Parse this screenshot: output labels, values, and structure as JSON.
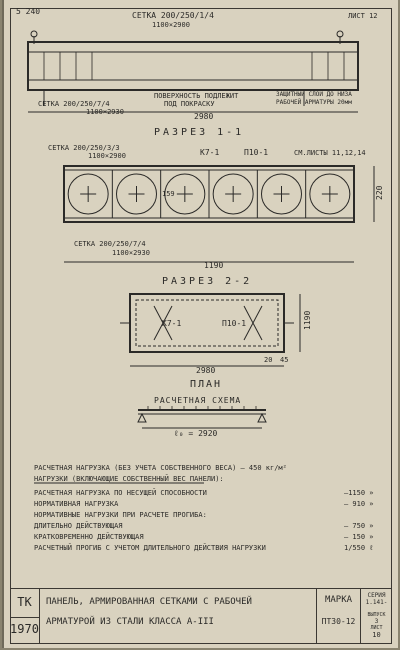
{
  "header": {
    "top_left": "5 240",
    "top_center": "СЕТКА 200/250/1/4",
    "top_center_sub": "1100×2900",
    "top_right": "ЛИСТ 12"
  },
  "elevation": {
    "left_label": "СЕТКА 200/250/7/4",
    "left_sub": "1100×2930",
    "middle_label": "ПОВЕРХНОСТЬ ПОДЛЕЖИТ",
    "middle_sub": "ПОД ПОКРАСКУ",
    "length": "2980",
    "right_label": "ЗАЩИТНЫЙ СЛОЙ ДО НИЗА",
    "right_sub": "РАБОЧЕЙ АРМАТУРЫ 20мм"
  },
  "section1": {
    "title": "РАЗРЕЗ 1-1",
    "mesh_top": "СЕТКА 200/250/3/3",
    "mesh_top_sub": "1100×2900",
    "k": "К7-1",
    "p": "П10-1",
    "see": "СМ.ЛИСТЫ 11,12,14",
    "dim": "159",
    "height": "220",
    "mesh_bottom": "СЕТКА 200/250/7/4",
    "mesh_bottom_sub": "1100×2930",
    "width": "1190"
  },
  "section2": {
    "title": "РАЗРЕЗ 2-2",
    "k": "К7-1",
    "p": "П10-1",
    "height": "1190",
    "width": "2980",
    "dim_small": "20",
    "dim_small2": "45"
  },
  "plan": {
    "title": "ПЛАН",
    "calc_title": "РАСЧЕТНАЯ СХЕМА",
    "span": "ℓ₀ = 2920"
  },
  "loads": {
    "line1": "РАСЧЕТНАЯ НАГРУЗКА (БЕЗ УЧЕТА СОБСТВЕННОГО ВЕСА) – 450 кг/м²",
    "line2": "НАГРУЗКИ (ВКЛЮЧАЮЩИЕ СОБСТВЕННЫЙ ВЕС ПАНЕЛИ):",
    "rows": [
      {
        "label": "РАСЧЕТНАЯ НАГРУЗКА ПО НЕСУЩЕЙ СПОСОБНОСТИ",
        "value": "–1150 »"
      },
      {
        "label": "НОРМАТИВНАЯ НАГРУЗКА",
        "value": "– 910 »"
      },
      {
        "label": "НОРМАТИВНЫЕ НАГРУЗКИ ПРИ РАСЧЕТЕ ПРОГИБА:",
        "value": ""
      },
      {
        "label": "ДЛИТЕЛЬНО ДЕЙСТВУЮЩАЯ",
        "value": "– 750 »"
      },
      {
        "label": "КРАТКОВРЕМЕННО ДЕЙСТВУЮЩАЯ",
        "value": "– 150 »"
      },
      {
        "label": "РАСЧЕТНЫЙ ПРОГИБ С УЧЕТОМ ДЛИТЕЛЬНОГО ДЕЙСТВИЯ НАГРУЗКИ",
        "value": "1/550 ℓ"
      }
    ]
  },
  "footer": {
    "tk": "ТК",
    "year": "1970",
    "title_line1": "ПАНЕЛЬ, АРМИРОВАННАЯ СЕТКАМИ С РАБОЧЕЙ",
    "title_line2": "АРМАТУРОЙ ИЗ СТАЛИ КЛАССА А-III",
    "marka_label": "МАРКА",
    "marka": "ПТ30-12",
    "series_label": "СЕРИЯ",
    "series": "1.141-",
    "issue_label": "ВЫПУСК",
    "issue": "3",
    "sheet_label": "ЛИСТ",
    "sheet": "10"
  }
}
